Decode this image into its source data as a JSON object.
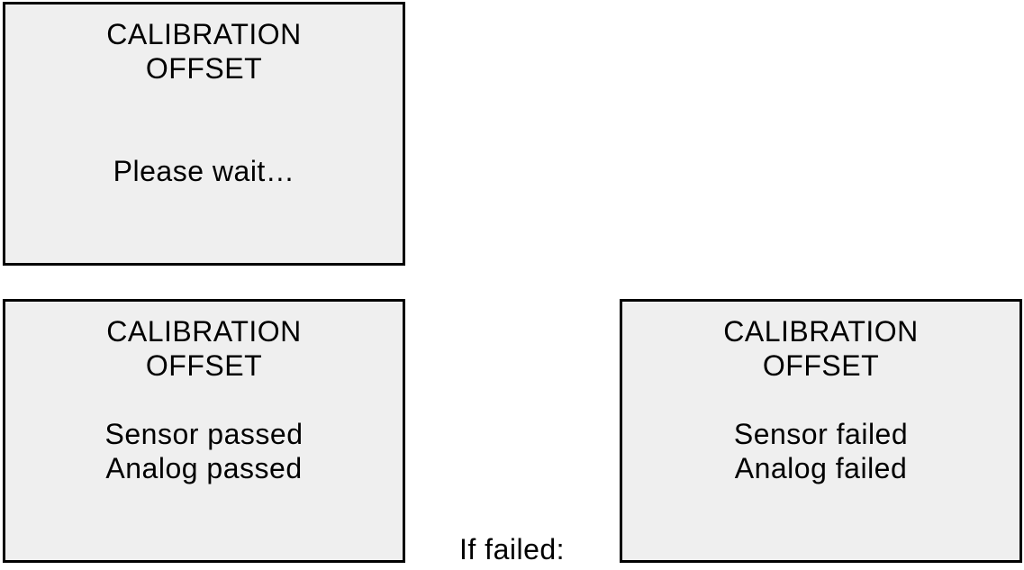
{
  "screens": [
    {
      "lines": [
        "CALIBRATION",
        "OFFSET",
        "",
        "",
        "Please wait…"
      ]
    },
    {
      "lines": [
        "CALIBRATION",
        "OFFSET",
        "",
        "Sensor passed",
        "Analog passed"
      ]
    },
    {
      "lines": [
        "CALIBRATION",
        "OFFSET",
        "",
        "Sensor failed",
        "Analog failed"
      ]
    }
  ],
  "flow": {
    "if_failed_label": "If failed:"
  },
  "colors": {
    "screen_fill": "#efefef",
    "screen_border": "#000000",
    "text": "#000000",
    "page_background": "#ffffff"
  }
}
